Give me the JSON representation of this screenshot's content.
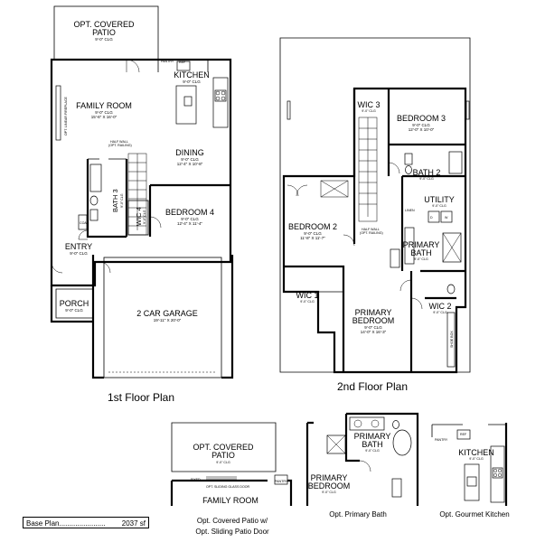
{
  "first_floor": {
    "title": "1st Floor Plan",
    "rooms": {
      "opt_covered_patio": {
        "line1": "OPT. COVERED",
        "line2": "PATIO",
        "clg": "9'-0\" CLG"
      },
      "kitchen": {
        "name": "KITCHEN",
        "clg": "9'-0\" CLG"
      },
      "family_room": {
        "name": "FAMILY ROOM",
        "clg": "9'-0\" CLG",
        "size": "15'-6\" X 16'-0\""
      },
      "fireplace": {
        "name": "OPT. LINEAR FIREPLACE"
      },
      "dining": {
        "name": "DINING",
        "clg": "9'-0\" CLG",
        "size": "12'-4\" X 10'-8\""
      },
      "half_wall": {
        "line1": "HALF WALL",
        "line2": "(OPT. RAILING)"
      },
      "bath3": {
        "name": "BATH 3",
        "clg": "9'-0\" CLG"
      },
      "wic4": {
        "name": "WIC 4",
        "clg": "9'-0\" CLG"
      },
      "bedroom4": {
        "name": "BEDROOM 4",
        "clg": "9'-0\" CLG",
        "size": "12'-4\" X 11'-4\""
      },
      "entry": {
        "name": "ENTRY",
        "clg": "9'-0\" CLG"
      },
      "porch": {
        "name": "PORCH",
        "clg": "9'-0\" CLG"
      },
      "garage": {
        "name": "2 CAR GARAGE",
        "size": "19'-11\" X 20'-0\""
      },
      "pantry": {
        "name": "PANTRY"
      },
      "ref": {
        "name": "REF"
      },
      "coat": {
        "name": "COAT"
      }
    }
  },
  "second_floor": {
    "title": "2nd Floor Plan",
    "rooms": {
      "wic3": {
        "name": "WIC 3",
        "clg": "9'-0\" CLG"
      },
      "bedroom3": {
        "name": "BEDROOM 3",
        "clg": "9'-0\" CLG",
        "size": "12'-0\" X 10'-0\""
      },
      "bath2": {
        "name": "BATH 2",
        "clg": "9'-0\" CLG"
      },
      "utility": {
        "name": "UTILITY",
        "clg": "9'-0\" CLG"
      },
      "linen": {
        "name": "LINEN"
      },
      "bedroom2": {
        "name": "BEDROOM 2",
        "clg": "9'-0\" CLG",
        "size": "11'-8\" X 11'-7\""
      },
      "half_wall": {
        "line1": "HALF WALL",
        "line2": "(OPT. RAILING)"
      },
      "primary_bath": {
        "line1": "PRIMARY",
        "line2": "BATH",
        "clg": "9'-0\" CLG"
      },
      "wic1": {
        "name": "WIC 1",
        "clg": "9'-0\" CLG"
      },
      "primary_bedroom": {
        "line1": "PRIMARY",
        "line2": "BEDROOM",
        "clg": "9'-0\" CLG",
        "size": "14'-0\" X 16'-3\""
      },
      "wic2": {
        "name": "WIC 2",
        "clg": "9'-0\" CLG"
      },
      "shoe_box": {
        "name": "SHOE BOX"
      },
      "dryer": {
        "name": "D"
      },
      "washer": {
        "name": "W"
      }
    }
  },
  "options": {
    "patio": {
      "line1": "OPT. COVERED",
      "line2": "PATIO",
      "clg": "9'-0\" CLG",
      "fixed": "FIXED",
      "door": "OPT. SLIDING GLASS DOOR",
      "family_room": "FAMILY ROOM",
      "pantry": "PANTRY",
      "caption1": "Opt. Covered Patio w/",
      "caption2": "Opt. Sliding Patio Door"
    },
    "primary_bath": {
      "bath_line1": "PRIMARY",
      "bath_line2": "BATH",
      "bath_clg": "9'-0\" CLG",
      "bed_line1": "PRIMARY",
      "bed_line2": "BEDROOM",
      "bed_clg": "9'-0\" CLG",
      "caption": "Opt. Primary Bath"
    },
    "gourmet_kitchen": {
      "name": "KITCHEN",
      "clg": "9'-0\" CLG",
      "pantry": "PANTRY",
      "ref": "REF",
      "caption": "Opt. Gourmet Kitchen"
    }
  },
  "plan_info": {
    "label": "Base Plan.......................",
    "area": "2037 sf"
  }
}
